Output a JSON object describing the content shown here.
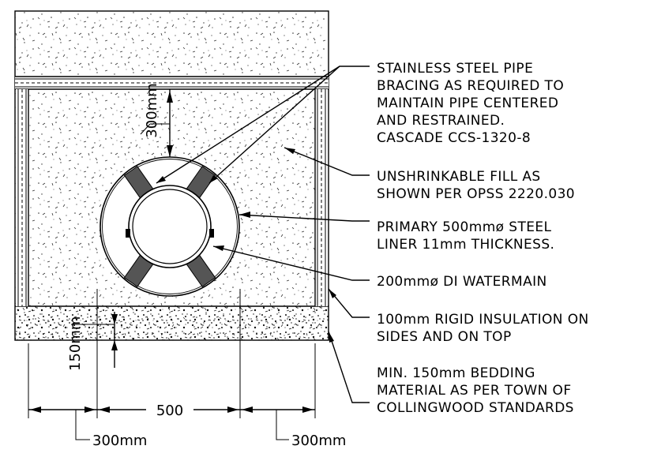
{
  "callouts": [
    {
      "id": "bracing",
      "lines": [
        "STAINLESS STEEL PIPE",
        "BRACING AS REQUIRED TO",
        "MAINTAIN PIPE CENTERED",
        "AND RESTRAINED.",
        "CASCADE CCS-1320-8"
      ]
    },
    {
      "id": "fill",
      "lines": [
        "UNSHRINKABLE FILL AS",
        "SHOWN PER OPSS 2220.030"
      ]
    },
    {
      "id": "liner",
      "lines": [
        "PRIMARY 500mmø STEEL",
        "LINER 11mm THICKNESS."
      ]
    },
    {
      "id": "watermain",
      "lines": [
        "200mmø DI WATERMAIN"
      ]
    },
    {
      "id": "insulation",
      "lines": [
        "100mm RIGID INSULATION ON",
        "SIDES AND ON TOP"
      ]
    },
    {
      "id": "bedding",
      "lines": [
        "MIN. 150mm BEDDING",
        "MATERIAL AS PER TOWN OF",
        "COLLINGWOOD STANDARDS"
      ]
    }
  ],
  "dimensions": {
    "top_cover": "300mm",
    "bedding_depth": "150mm",
    "liner_width": "500",
    "left_clearance": "300mm",
    "right_clearance": "300mm"
  }
}
